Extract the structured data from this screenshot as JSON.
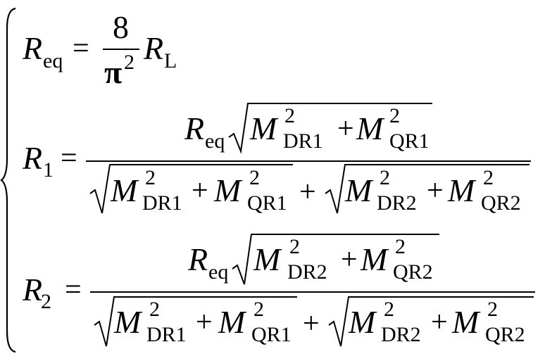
{
  "equations": {
    "eq1": {
      "lhs_symbol": "R",
      "lhs_subscript": "eq",
      "equals": "=",
      "frac_numerator": "8",
      "frac_denominator_symbol": "π",
      "frac_denominator_exponent": "2",
      "rhs_symbol": "R",
      "rhs_subscript": "L"
    },
    "eq2": {
      "lhs_symbol": "R",
      "lhs_subscript": "1",
      "equals": "=",
      "num_prefix_symbol": "R",
      "num_prefix_subscript": "eq",
      "num_term1_symbol": "M",
      "num_term1_sup": "2",
      "num_term1_sub": "DR1",
      "num_plus": "+",
      "num_term2_symbol": "M",
      "num_term2_sup": "2",
      "num_term2_sub": "QR1",
      "den_a_term1_symbol": "M",
      "den_a_term1_sup": "2",
      "den_a_term1_sub": "DR1",
      "den_a_plus": "+",
      "den_a_term2_symbol": "M",
      "den_a_term2_sup": "2",
      "den_a_term2_sub": "QR1",
      "den_mid_plus": "+",
      "den_b_term1_symbol": "M",
      "den_b_term1_sup": "2",
      "den_b_term1_sub": "DR2",
      "den_b_plus": "+",
      "den_b_term2_symbol": "M",
      "den_b_term2_sup": "2",
      "den_b_term2_sub": "QR2"
    },
    "eq3": {
      "lhs_symbol": "R",
      "lhs_subscript": "2",
      "equals": "=",
      "num_prefix_symbol": "R",
      "num_prefix_subscript": "eq",
      "num_term1_symbol": "M",
      "num_term1_sup": "2",
      "num_term1_sub": "DR2",
      "num_plus": "+",
      "num_term2_symbol": "M",
      "num_term2_sup": "2",
      "num_term2_sub": "QR2",
      "den_a_term1_symbol": "M",
      "den_a_term1_sup": "2",
      "den_a_term1_sub": "DR1",
      "den_a_plus": "+",
      "den_a_term2_symbol": "M",
      "den_a_term2_sup": "2",
      "den_a_term2_sub": "QR1",
      "den_mid_plus": "+",
      "den_b_term1_symbol": "M",
      "den_b_term1_sup": "2",
      "den_b_term1_sub": "DR2",
      "den_b_plus": "+",
      "den_b_term2_symbol": "M",
      "den_b_term2_sup": "2",
      "den_b_term2_sub": "QR2"
    }
  }
}
